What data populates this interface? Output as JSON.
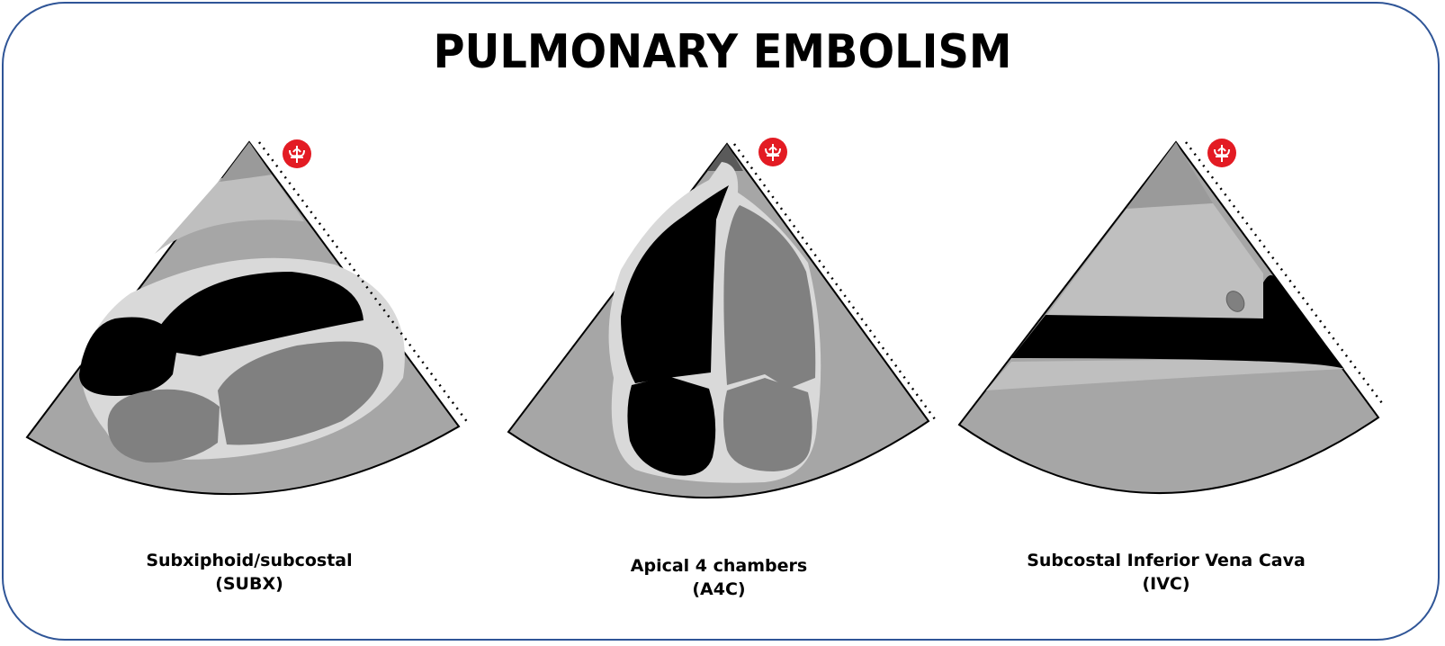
{
  "title": "PULMONARY EMBOLISM",
  "views": [
    {
      "name": "Subxiphoid/subcostal",
      "abbr": "(SUBX)"
    },
    {
      "name": "Apical 4 chambers",
      "abbr": "(A4C)"
    },
    {
      "name": "Subcostal Inferior Vena Cava",
      "abbr": "(IVC)"
    }
  ],
  "colors": {
    "border": "#2f5597",
    "tissue": "#a6a6a6",
    "light_tissue": "#bfbfbf",
    "wall": "#d9d9d9",
    "chamber_dark": "#000000",
    "chamber_grey": "#808080",
    "probe_marker": "#e31b23"
  }
}
